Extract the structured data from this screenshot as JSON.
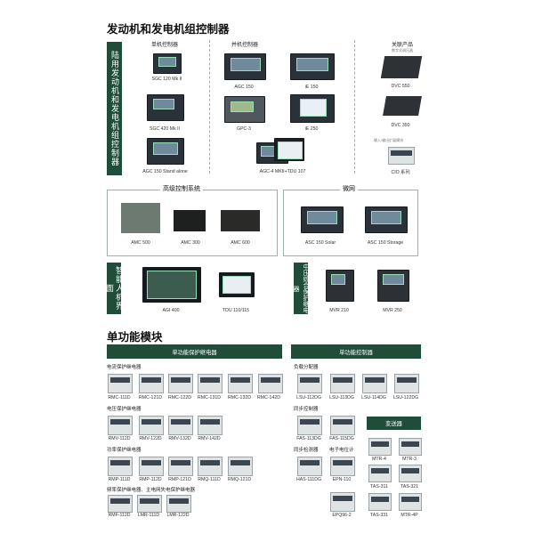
{
  "page_title": "发动机和发电机组控制器",
  "land_bar": "陆用发动机和发电机组控制器",
  "single": {
    "title": "单机控制器",
    "items": [
      "SGC 120 Mk II",
      "SGC 420 Mk II",
      "AGC 150 Stand alone"
    ]
  },
  "parallel": {
    "title": "并机控制器",
    "items": [
      "AGC 150",
      "iE 150",
      "GPC-3",
      "iE 250",
      "AGC-4 MKII+TDU 107"
    ]
  },
  "related": {
    "title": "关联产品",
    "sub1": "数字式调压器",
    "sub2": "输入/输出扩展模块",
    "items": [
      "DVC 550",
      "DVC 350",
      "CIO 系列"
    ]
  },
  "adv": {
    "title": "高级控制系统",
    "items": [
      "AMC 500",
      "AMC 300",
      "AMC 600"
    ]
  },
  "micro": {
    "title": "微网",
    "items": [
      "ASC 150 Solar",
      "ASC 150 Storage"
    ]
  },
  "hmi_bar": "智能人机界面",
  "hmi_items": [
    "AGI 400",
    "TDU 110/115"
  ],
  "mv_bar": "中压综合保护继电器",
  "mv_items": [
    "MVR 210",
    "MVR 250"
  ],
  "sf_title": "单功能模块",
  "prot_bar": "单功能保护继电器",
  "ctrl_bar": "单功能控制器",
  "prot": {
    "current": {
      "title": "电流保护继电器",
      "items": [
        "RMC-111D",
        "RMC-121D",
        "RMC-122D",
        "RMC-131D",
        "RMC-132D",
        "RMC-142D"
      ]
    },
    "voltage": {
      "title": "电压保护继电器",
      "items": [
        "RMV-112D",
        "RMV-122D",
        "RMV-132D",
        "RMV-142D"
      ]
    },
    "power": {
      "title": "功率保护继电器",
      "items": [
        "RMP-111D",
        "RMP-112D",
        "RMP-121D",
        "RMQ-111D",
        "RMQ-121D"
      ]
    },
    "freq": {
      "title": "频率保护继电器、主电网失电保护继电器",
      "items": [
        "RMF-112D",
        "LMR-111D",
        "LMR-122D"
      ]
    }
  },
  "ctrl": {
    "load": {
      "title": "负载分配器",
      "items": [
        "LSU-112DG",
        "LSU-113DG",
        "LSU-114DG",
        "LSU-122DG"
      ]
    },
    "sync": {
      "title": "同步控制器",
      "items": [
        "FAS-113DG",
        "FAS-115DG"
      ]
    },
    "syncmeas": {
      "title": "同步检测器",
      "items": [
        "HAS-111DG"
      ]
    },
    "pot": {
      "title": "电子电位计",
      "items": [
        "EPN-110",
        "EPQ96-2"
      ]
    },
    "trans": {
      "title": "变送器",
      "items": [
        "MTR-4",
        "MTR-3",
        "TAS-311",
        "TAS-321",
        "TAS-331",
        "MTR-4P"
      ]
    }
  }
}
